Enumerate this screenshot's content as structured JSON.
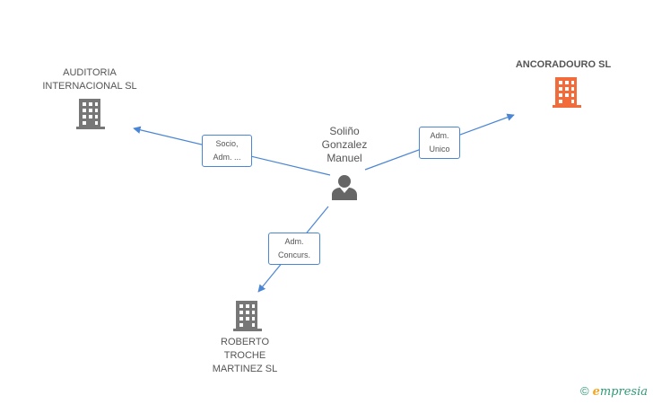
{
  "nodes": {
    "auditoria": {
      "line1": "AUDITORIA",
      "line2": "INTERNACIONAL SL"
    },
    "ancoradouro": {
      "name": "ANCORADOURO SL"
    },
    "person": {
      "line1": "Soliño",
      "line2": "Gonzalez",
      "line3": "Manuel"
    },
    "roberto": {
      "line1": "ROBERTO",
      "line2": "TROCHE",
      "line3": "MARTINEZ SL"
    }
  },
  "edges": {
    "to_auditoria": {
      "line1": "Socio,",
      "line2": "Adm. ..."
    },
    "to_ancoradouro": {
      "line1": "Adm.",
      "line2": "Unico"
    },
    "to_roberto": {
      "line1": "Adm.",
      "line2": "Concurs."
    }
  },
  "footer": {
    "copyright": "©",
    "brand_e": "e",
    "brand_rest": "mpresia"
  },
  "colors": {
    "edge": "#4a86d4",
    "company_icon": "#777777",
    "main_company_icon": "#f26b3a",
    "person_icon": "#666666",
    "brand": "#2f9a77"
  }
}
